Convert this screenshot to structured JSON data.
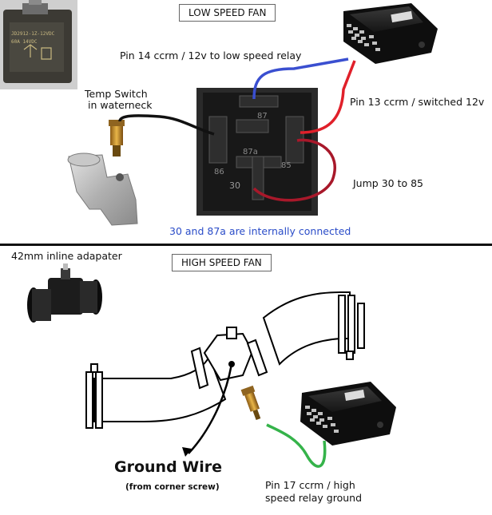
{
  "low_speed": {
    "title": "LOW SPEED FAN",
    "labels": {
      "pin14": "Pin 14 ccrm / 12v to low speed relay",
      "pin13": "Pin 13 ccrm / switched 12v",
      "temp_switch_line1": "Temp Switch",
      "temp_switch_line2": "in waterneck",
      "jump": "Jump 30 to 85",
      "note": "30 and 87a are internally connected"
    },
    "relay_pins": {
      "p87": "87",
      "p87a": "87a",
      "p85": "85",
      "p86": "86",
      "p30": "30"
    },
    "relay_photo_print": {
      "line1": "JD2912-1Z-12VDC",
      "line2": "60A 14VDC"
    }
  },
  "high_speed": {
    "title": "HIGH SPEED FAN",
    "labels": {
      "adapter": "42mm inline adapater",
      "ground_title": "Ground Wire",
      "ground_sub": "(from corner screw)",
      "pin17_line1": "Pin 17 ccrm / high",
      "pin17_line2": "speed relay ground"
    }
  },
  "wire_colors": {
    "blue": "#3a4fd0",
    "red": "#e0202a",
    "dark_red": "#a8182a",
    "black": "#111111",
    "green": "#35b34a"
  }
}
